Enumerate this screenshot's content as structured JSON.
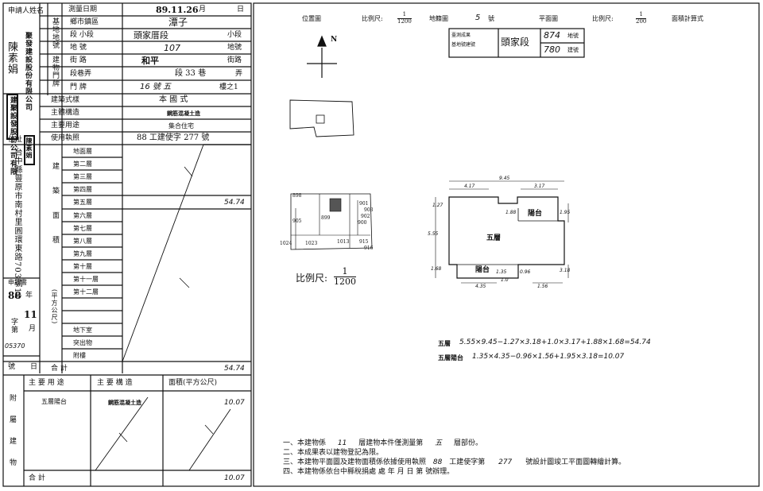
{
  "left": {
    "applicant": {
      "label": "申請人姓名",
      "company_name": "聚發建設股份有限公司",
      "representative": "陳素娟",
      "address_label": "住址",
      "address": "台中縣豐原市南村里圓環東路703號12"
    },
    "header": {
      "survey_date_label": "測量日期",
      "survey_date_value": "89.11.26",
      "month": "月",
      "day": "日"
    },
    "base_label": "基地地號",
    "base_rows": [
      {
        "label": "鄉市鎮區",
        "value": "潭子"
      },
      {
        "label": "段 小段",
        "value": "頭家厝段",
        "suffix": "小段"
      },
      {
        "label": "地 號",
        "value": "107",
        "suffix": "地號"
      }
    ],
    "door_label": "建物門牌",
    "door_rows": [
      {
        "label": "街 路",
        "value": "和平",
        "suffix": "街路"
      },
      {
        "label": "段巷弄",
        "value": "段 33 巷",
        "suffix": "弄"
      },
      {
        "label": "門 牌",
        "value": "16 號 五",
        "suffix": "樓之1"
      }
    ],
    "info_rows": [
      {
        "label": "建築式樣",
        "value": "本 國 式"
      },
      {
        "label": "主體構造",
        "value": "鋼筋混凝土造"
      },
      {
        "label": "主要用途",
        "value": "集合住宅"
      },
      {
        "label": "使用執照",
        "value": "88 工建使字 277 號"
      }
    ],
    "area_group_label": "建築面積",
    "area_unit": "(平方公尺)",
    "floors": [
      "地面層",
      "第二層",
      "第三層",
      "第四層",
      "第五層",
      "第六層",
      "第七層",
      "第八層",
      "第九層",
      "第十層",
      "第十一層",
      "第十二層",
      "",
      "",
      "地下室",
      "突出物",
      "附樓"
    ],
    "fifth_area": "54.74",
    "total_label": "合 計",
    "total_value": "54.74",
    "request_no": {
      "label": "申請書",
      "year_value": "88",
      "year_label": "年",
      "month_value": "11",
      "month_label": "月",
      "no_label": "字第",
      "no_value": "05370",
      "hao_label": "號",
      "day_label": "日"
    },
    "seal_text": "建聚設發股份公司有限",
    "small_seal": "陳素娟",
    "attach": {
      "group_label": "附屬建物",
      "col_use": "主 要 用 途",
      "col_struct": "主 要 構 造",
      "col_area": "面積(平方公尺)",
      "row_use": "五層陽台",
      "row_struct": "鋼筋混凝土造",
      "row_area": "10.07",
      "total_label": "合 計",
      "total_value": "10.07"
    }
  },
  "right": {
    "location_map": {
      "title": "位置圖",
      "scale_label": "比例尺:",
      "scale_num": "1",
      "scale_den": "1200",
      "sheet_label": "地籍圖",
      "sheet_value": "5",
      "sheet_suffix": "號"
    },
    "floor_plan": {
      "title": "平面圖",
      "scale_label": "比例尺:",
      "scale_num": "1",
      "scale_den": "200",
      "calc_title": "面積計算式"
    },
    "building_no_box": {
      "prefix": "臺測成果",
      "sub": "基地號建號",
      "section": "頭家段",
      "land_no": "874",
      "land_label": "地號",
      "build_no": "780",
      "build_label": "建號"
    },
    "north": "N",
    "big_scale": {
      "label": "比例尺:",
      "num": "1",
      "den": "1200"
    },
    "parcels": [
      "898",
      "899",
      "900",
      "901",
      "902",
      "903",
      "905",
      "915",
      "916",
      "1013",
      "1023",
      "1024"
    ],
    "plan_labels": {
      "floor": "五層",
      "balcony1": "陽台",
      "balcony2": "陽台"
    },
    "dims": [
      "9.45",
      "4.17",
      "3.17",
      "5.55",
      "1.27",
      "1.88",
      "1.95",
      "0.96",
      "4.35",
      "1.56",
      "1.0",
      "3.18",
      "1.68",
      "1.35"
    ],
    "formula_1_label": "五層",
    "formula_1": "5.55×9.45−1.27×3.18+1.0×3.17+1.88×1.68=54.74",
    "formula_2_label": "五層陽台",
    "formula_2": "1.35×4.35−0.96×1.56+1.95×3.18=10.07",
    "notes": [
      {
        "prefix": "一、本建物係",
        "v1": "11",
        "mid": "層建物本件僅測量第",
        "v2": "五",
        "suffix": "層部份。"
      },
      {
        "text": "二、本成果表以建物登記為限。"
      },
      {
        "prefix": "三、本建物平面圖及建物面積係依據使用執照",
        "v1": "88",
        "mid": "工建使字第",
        "v2": "277",
        "suffix": "號設計圖竣工平面圖轉繪計算。"
      },
      {
        "text": "四、本建物係依台中縣稅捐處 處 年 月 日 第 號辦理。"
      }
    ]
  }
}
